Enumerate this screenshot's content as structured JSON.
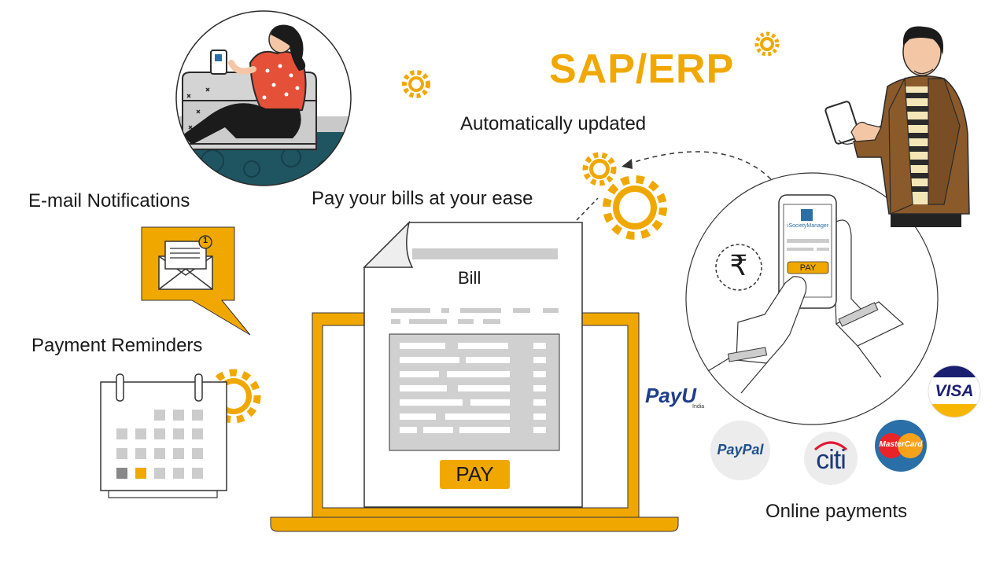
{
  "labels": {
    "sap_erp": "SAP/ERP",
    "automatically_updated": "Automatically updated",
    "email_notifications": "E-mail Notifications",
    "pay_bills": "Pay your bills at your ease",
    "payment_reminders": "Payment Reminders",
    "online_payments": "Online payments",
    "bill": "Bill",
    "pay_button": "PAY"
  },
  "phone": {
    "app_name": "iSocietyManager",
    "pay_button": "PAY"
  },
  "notification_badge": "1",
  "currency_symbol": "₹",
  "payment_logos": {
    "payu": "PayU",
    "payu_region": "India",
    "paypal": "PayPal",
    "citi": "citi",
    "mastercard": "MasterCard",
    "visa": "VISA"
  },
  "colors": {
    "accent": "#f0a800",
    "text": "#1a1a1a",
    "gray_bar": "#cccccc",
    "outline": "#333333"
  },
  "icons": [
    "gear-icon",
    "envelope-icon",
    "calendar-icon",
    "rupee-icon",
    "phone-icon",
    "laptop-icon",
    "bill-document-icon"
  ]
}
